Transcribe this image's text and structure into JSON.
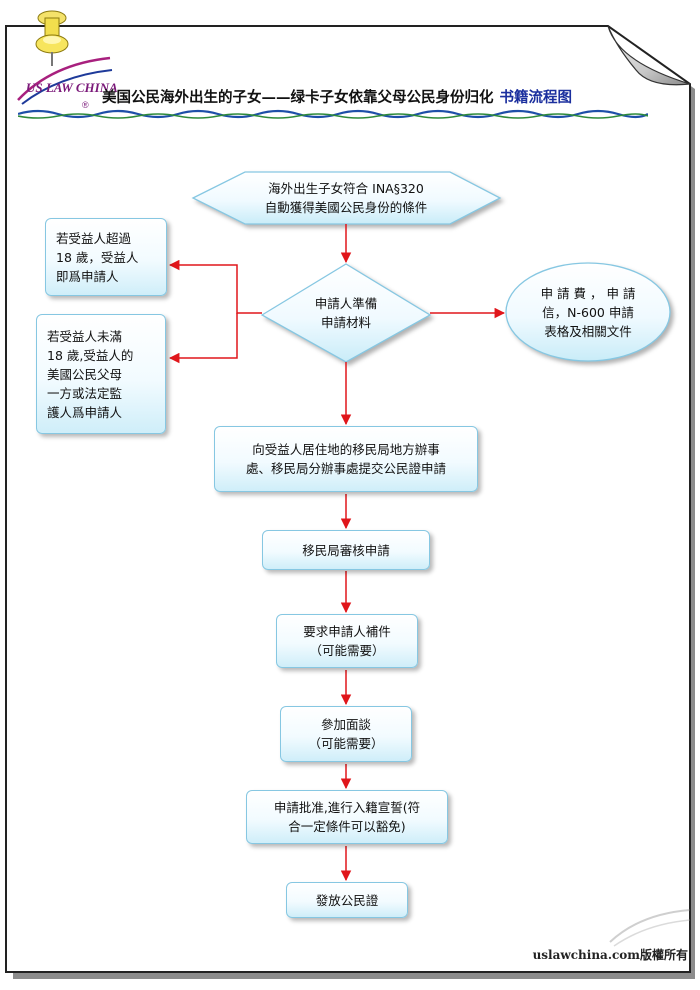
{
  "header": {
    "logo_text": "US LAW CHINA",
    "title": "美国公民海外出生的子女——绿卡子女依靠父母公民身份归化",
    "title_tag": "书籍流程图"
  },
  "flow": {
    "start": "海外出生子女符合 INA§320\n自動獲得美國公民身份的條件",
    "prepare": "申請人準備\n申請材料",
    "materials": "申 請 費 ， 申 請\n信，N-600 申請\n表格及相關文件",
    "over18": "若受益人超過\n18 歲，受益人\n即爲申請人",
    "under18": "若受益人未滿\n18 歲,受益人的\n美國公民父母\n一方或法定監\n護人爲申請人",
    "submit": "向受益人居住地的移民局地方辦事\n處、移民局分辦事處提交公民證申請",
    "review": "移民局審核申請",
    "supplement": "要求申請人補件\n（可能需要）",
    "interview": "參加面談\n（可能需要）",
    "approve": "申請批准,進行入籍宣誓(符\n合一定條件可以豁免)",
    "issue": "發放公民證"
  },
  "footer": {
    "copyright": "uslawchina.com版權所有"
  },
  "colors": {
    "arrow": "#e0161b",
    "box_border": "#86c7e2",
    "title_tag": "#1b2f9e"
  }
}
